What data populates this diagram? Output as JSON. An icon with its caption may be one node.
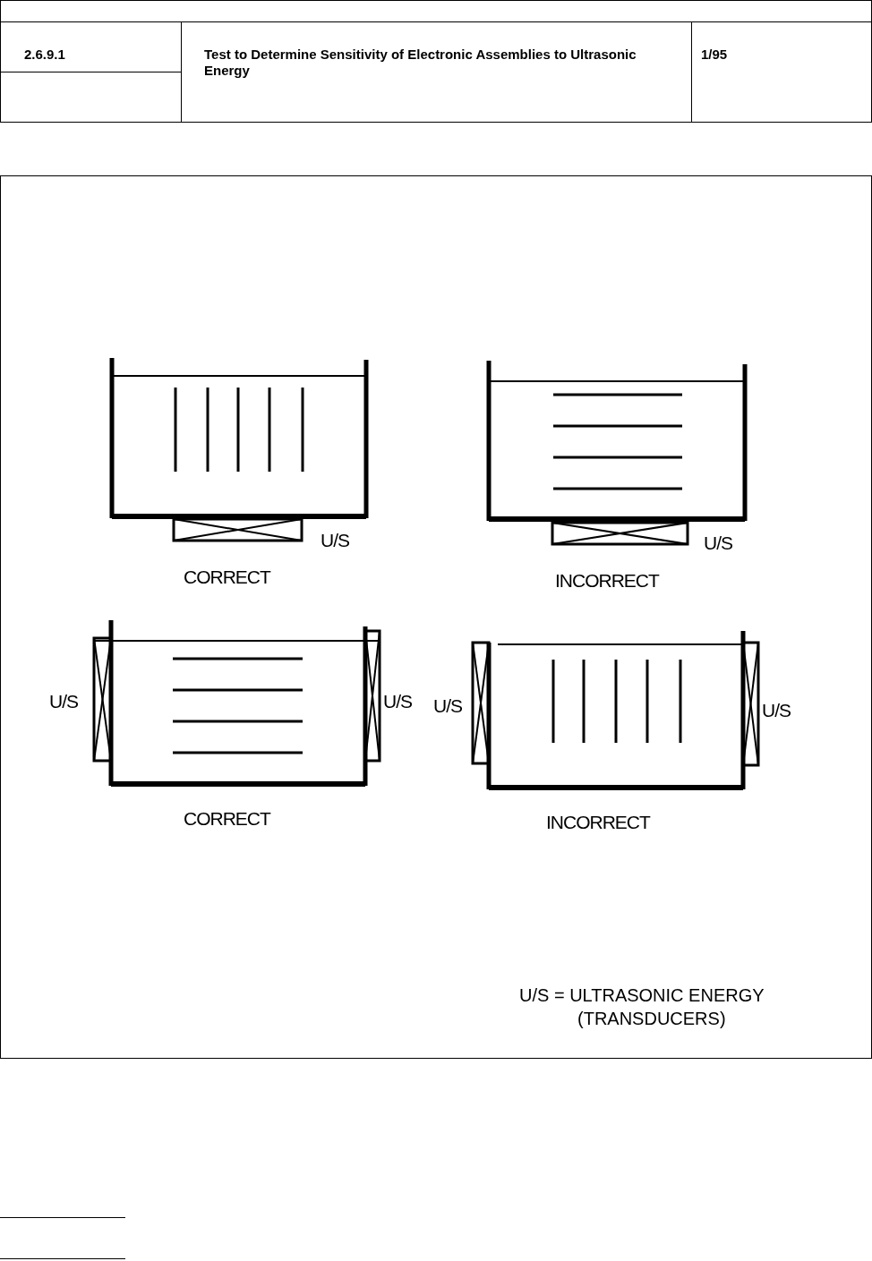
{
  "diagram": {
    "title": "Test to Determine Sensitivity of Electronic Assemblies to Ultrasonic Energy",
    "labels": [
      "2.6.9.1",
      "1/95",
      "U/S",
      "U/S",
      "CORRECT",
      "INCORRECT",
      "U/S",
      "U/S",
      "U/S",
      "U/S",
      "CORRECT",
      "INCORRECT",
      "U/S = ULTRASONIC ENERGY (TRANSDUCERS)"
    ]
  }
}
